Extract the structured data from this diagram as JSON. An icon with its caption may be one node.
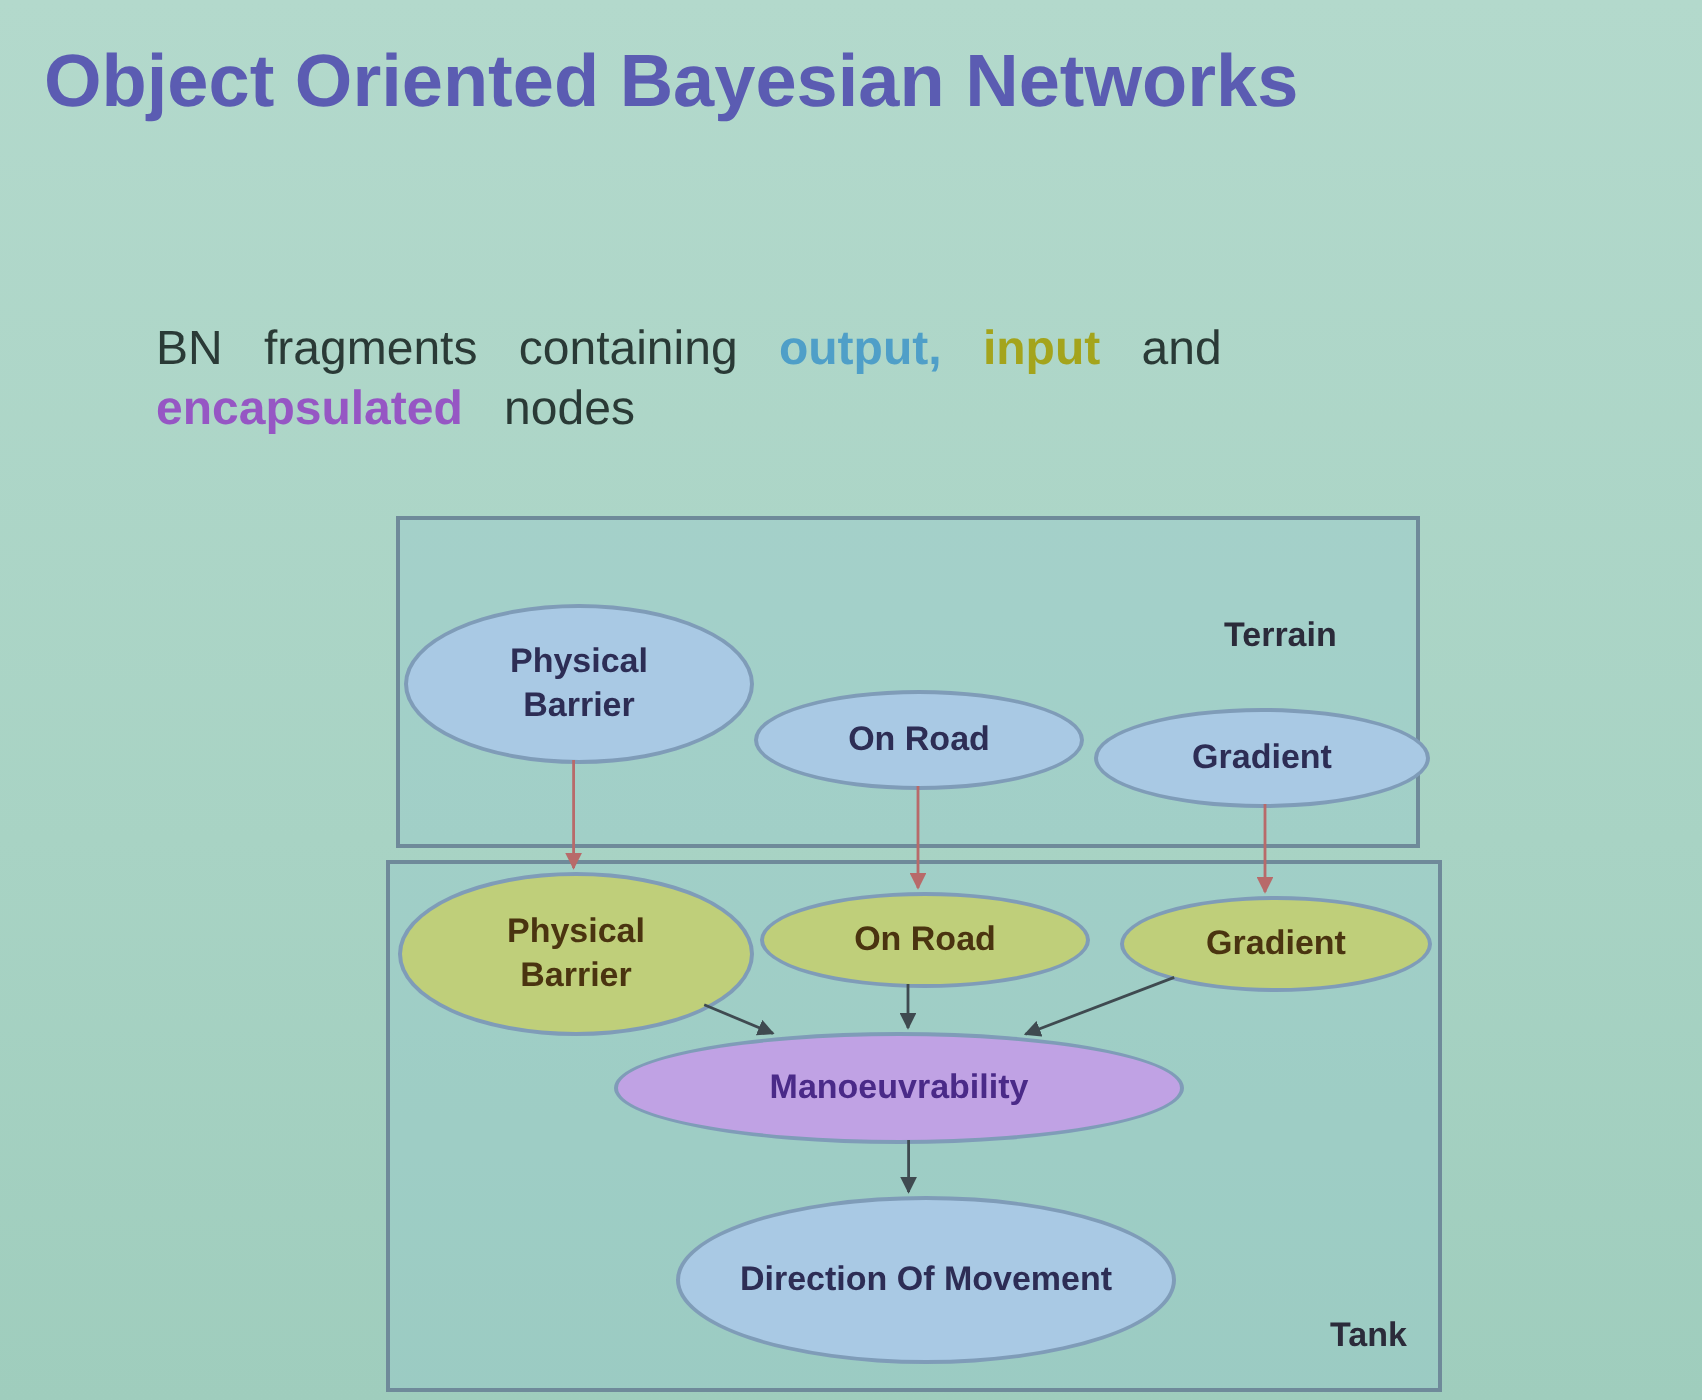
{
  "diagram": {
    "title": "Object Oriented Bayesian Networks",
    "nodes": [
      {
        "text": [
          "Terrain"
        ]
      },
      {
        "text": [
          "Physical Barrier"
        ],
        "in": 0
      },
      {
        "text": [
          "On Road"
        ],
        "in": 0
      },
      {
        "text": [
          "Gradient"
        ],
        "in": 0
      },
      {
        "text": [
          "Tank"
        ]
      },
      {
        "text": [
          "Physical Barrier"
        ],
        "in": 4
      },
      {
        "text": [
          "On Road"
        ],
        "in": 4
      },
      {
        "text": [
          "Gradient"
        ],
        "in": 4
      },
      {
        "text": [
          "Manoeuvrability"
        ],
        "in": 4
      },
      {
        "text": [
          "Direction Of Movement"
        ],
        "in": 4
      }
    ],
    "edges": [
      {
        "from": 1,
        "to": 5,
        "arrow": "to",
        "color": "#b86a6a"
      },
      {
        "from": 2,
        "to": 6,
        "arrow": "to",
        "color": "#b86a6a"
      },
      {
        "from": 3,
        "to": 7,
        "arrow": "to",
        "color": "#b86a6a"
      },
      {
        "from": 5,
        "to": 8,
        "arrow": "to"
      },
      {
        "from": 6,
        "to": 8,
        "arrow": "to"
      },
      {
        "from": 7,
        "to": 8,
        "arrow": "to"
      },
      {
        "from": 8,
        "to": 9,
        "arrow": "to"
      }
    ],
    "labels": [
      "BN fragments containing **output,** **input** and **encapsulated** nodes"
    ]
  }
}
